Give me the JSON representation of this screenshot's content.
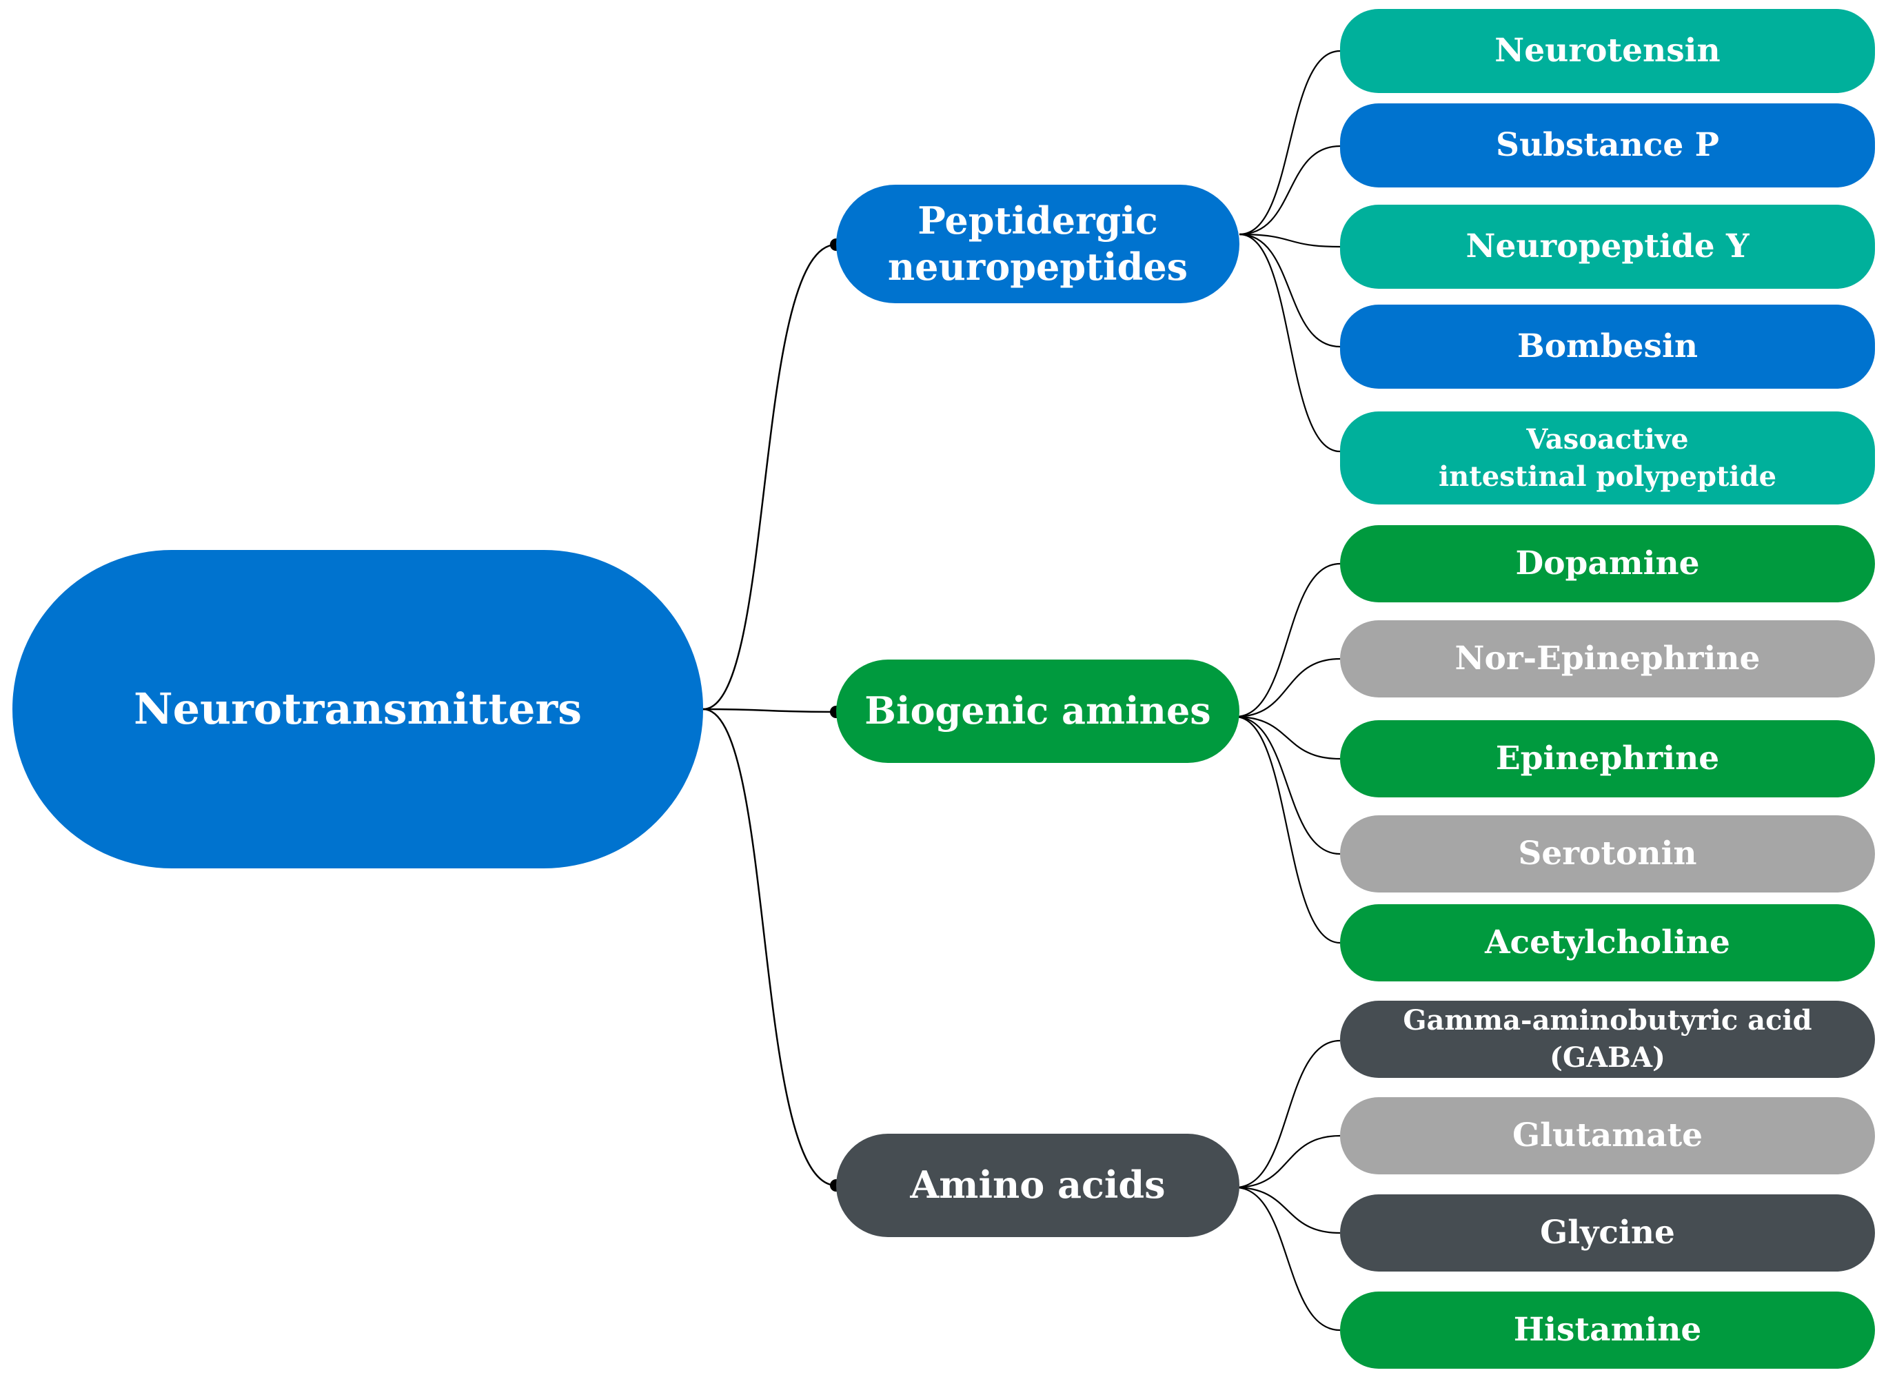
{
  "diagram": {
    "root": {
      "label": "Neurotransmitters"
    },
    "categories": [
      {
        "label": "Peptidergic\nneuropeptides",
        "items": [
          "Neurotensin",
          "Substance P",
          "Neuropeptide Y",
          "Bombesin",
          "Vasoactive\nintestinal polypeptide"
        ]
      },
      {
        "label": "Biogenic amines",
        "items": [
          "Dopamine",
          "Nor-Epinephrine",
          "Epinephrine",
          "Serotonin",
          "Acetylcholine"
        ]
      },
      {
        "label": "Amino acids",
        "items": [
          "Gamma-aminobutyric acid\n(GABA)",
          "Glutamate",
          "Glycine",
          "Histamine"
        ]
      }
    ]
  },
  "colors": {
    "blue": "#0073CF",
    "teal": "#00B09B",
    "green": "#009A3E",
    "gray": "#A6A6A6",
    "dark": "#464D52",
    "connector": "#000000"
  }
}
